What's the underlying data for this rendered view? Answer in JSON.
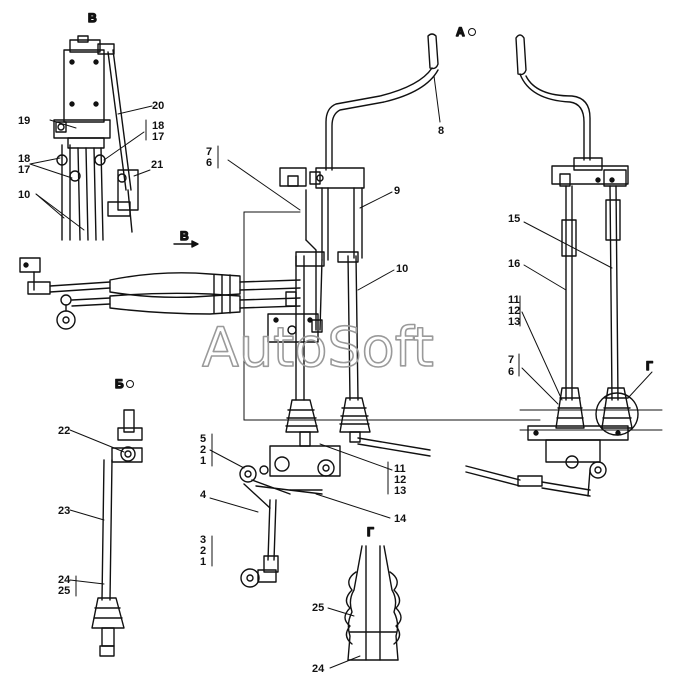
{
  "watermark": "AutoSoft",
  "views": {
    "v_top": "В",
    "a": "А",
    "b": "Б",
    "g_cut": "Г",
    "g_detail": "Г",
    "arrow_v": "В"
  },
  "callouts": [
    "8",
    "20",
    "19",
    "18",
    "17",
    "18",
    "17",
    "21",
    "10",
    "7",
    "6",
    "9",
    "10",
    "15",
    "16",
    "11",
    "12",
    "13",
    "7",
    "6",
    "5",
    "2",
    "1",
    "4",
    "3",
    "2",
    "1",
    "11",
    "12",
    "13",
    "14",
    "22",
    "23",
    "24",
    "25",
    "25",
    "24"
  ]
}
